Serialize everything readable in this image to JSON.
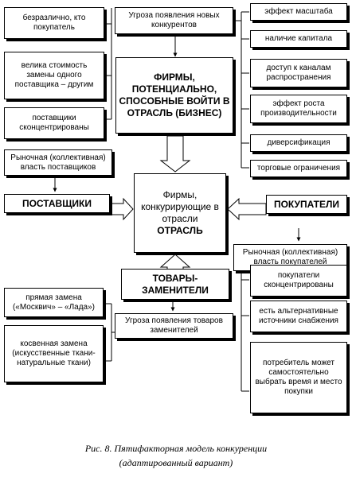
{
  "entrants": {
    "title": "ФИРМЫ, ПОТЕНЦИАЛЬНО, СПОСОБНЫЕ ВОЙТИ В ОТРАСЛЬ (БИЗНЕС)",
    "threat": "Угроза появления новых конкурентов",
    "barriers": [
      "эффект масштаба",
      "наличие капитала",
      "доступ к каналам распространения",
      "эффект роста производительности",
      "диверсификация",
      "торговые ограничения"
    ]
  },
  "suppliers": {
    "title": "ПОСТАВЩИКИ",
    "power": "Рыночная (коллективная) власть поставщиков",
    "factors": [
      "безразлично, кто покупатель",
      "велика стоимость замены одного поставщика – другим",
      "поставщики сконцентрированы"
    ]
  },
  "industry": {
    "line1": "Фирмы, конкурирующие в отрасли",
    "line2": "ОТРАСЛЬ"
  },
  "buyers": {
    "title": "ПОКУПАТЕЛИ",
    "power": "Рыночная (коллективная) власть покупателей",
    "factors": [
      "покупатели сконцентрированы",
      "есть альтернативные источники снабжения",
      "потребитель может самостоятельно выбрать время и место покупки"
    ]
  },
  "substitutes": {
    "title": "ТОВАРЫ-ЗАМЕНИТЕЛИ",
    "threat": "Угроза появления товаров заменителей",
    "examples": [
      "прямая замена («Москвич» – «Лада»)",
      "косвенная замена (искусственные ткани- натуральные ткани)"
    ]
  },
  "caption": {
    "line1": "Рис. 8. Пятифакторная модель конкуренции",
    "line2": "(адаптированный вариант)"
  }
}
